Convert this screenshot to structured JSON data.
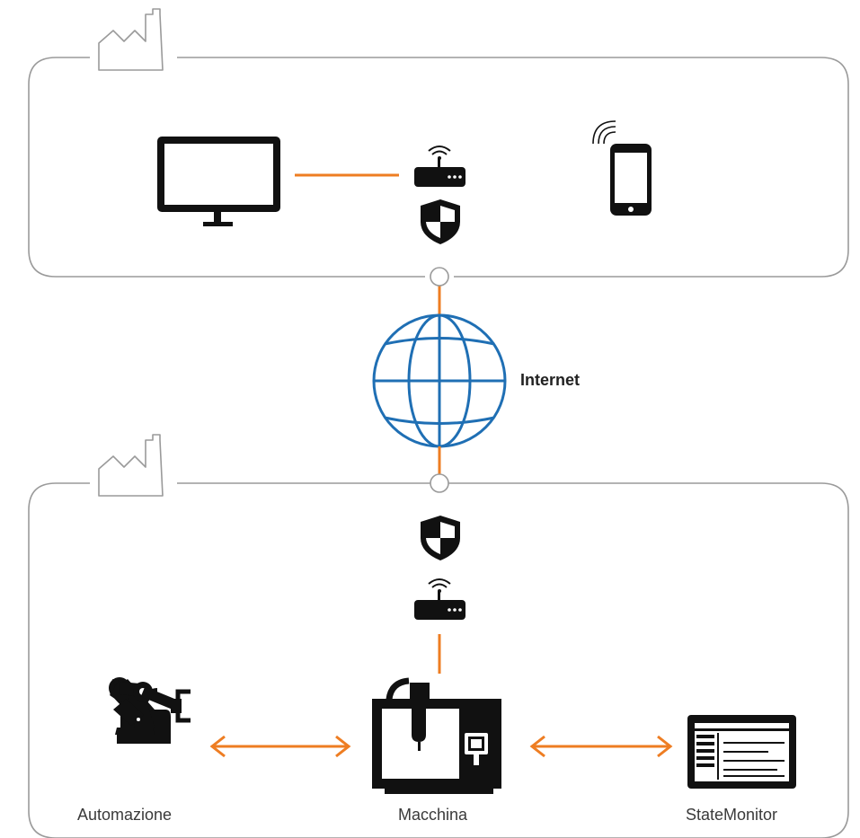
{
  "labels": {
    "internet": "Internet",
    "automation": "Automazione",
    "machine": "Macchina",
    "statemonitor": "StateMonitor"
  },
  "colors": {
    "connector": "#ee7d22",
    "frame": "#9a9a9a",
    "globe": "#1f6fb4",
    "icon": "#111111"
  },
  "icons": [
    "factory-icon",
    "monitor-icon",
    "router-icon",
    "shield-icon",
    "smartphone-icon",
    "globe-icon",
    "robot-arm-icon",
    "cnc-machine-icon",
    "statemonitor-screen-icon"
  ]
}
